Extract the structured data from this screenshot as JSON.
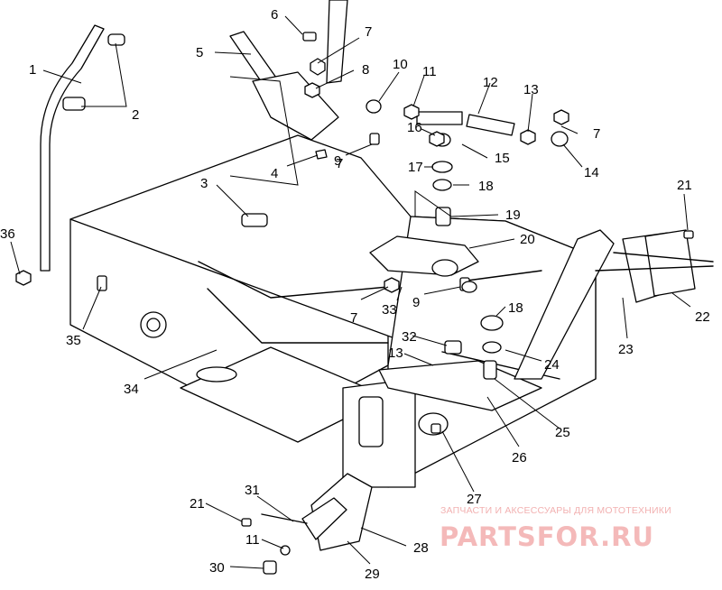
{
  "diagram": {
    "callouts": [
      "1",
      "2",
      "3",
      "4",
      "5",
      "6",
      "7",
      "7",
      "7",
      "7",
      "8",
      "9",
      "9",
      "10",
      "11",
      "11",
      "12",
      "13",
      "13",
      "14",
      "15",
      "16",
      "17",
      "18",
      "18",
      "19",
      "20",
      "21",
      "21",
      "22",
      "23",
      "24",
      "25",
      "26",
      "27",
      "28",
      "29",
      "30",
      "31",
      "32",
      "33",
      "34",
      "35",
      "36"
    ]
  },
  "watermark": {
    "tagline": "ЗАПЧАСТИ И АКСЕССУАРЫ ДЛЯ МОТОТЕХНИКИ",
    "brand": "PARTSFOR.RU"
  }
}
